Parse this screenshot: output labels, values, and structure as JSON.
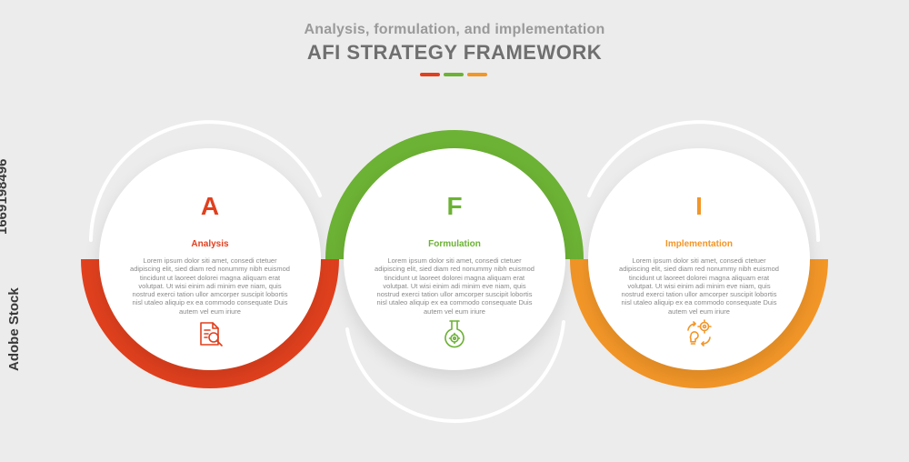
{
  "header": {
    "subtitle": "Analysis, formulation, and implementation",
    "title": "AFI STRATEGY FRAMEWORK",
    "accent_bars": [
      "#e0401e",
      "#6cb234",
      "#f29628"
    ]
  },
  "stages": [
    {
      "letter": "A",
      "label": "Analysis",
      "body": "Lorem ipsum dolor siti amet, consedi ctetuer adipiscing elit, sied diam red nonummy nibh euismod tincidunt ut laoreet dolorei magna aliquam erat volutpat. Ut wisi einim adi minim eve niam, quis nostrud exerci tation ullor amcorper suscipit lobortis nisl utaleo aliquip ex ea commodo consequate Duis autem vel eum iriure",
      "color": "#e0401e",
      "icon": "document-search-icon"
    },
    {
      "letter": "F",
      "label": "Formulation",
      "body": "Lorem ipsum dolor siti amet, consedi ctetuer adipiscing elit, sied diam red nonummy nibh euismod tincidunt ut laoreet dolorei magna aliquam erat volutpat. Ut wisi einim adi minim eve niam, quis nostrud exerci tation ullor amcorper suscipit lobortis nisl utaleo aliquip ex ea commodo consequate Duis autem vel eum iriure",
      "color": "#6cb234",
      "icon": "flask-gear-icon"
    },
    {
      "letter": "I",
      "label": "Implementation",
      "body": "Lorem ipsum dolor siti amet, consedi ctetuer adipiscing elit, sied diam red nonummy nibh euismod tincidunt ut laoreet dolorei magna aliquam erat volutpat. Ut wisi einim adi minim eve niam, quis nostrud exerci tation ullor amcorper suscipit lobortis nisl utaleo aliquip ex ea commodo consequate Duis autem vel eum iriure",
      "color": "#f29628",
      "icon": "gears-bulb-icon"
    }
  ],
  "watermark": {
    "id": "1669198496",
    "text": "Adobe Stock"
  }
}
